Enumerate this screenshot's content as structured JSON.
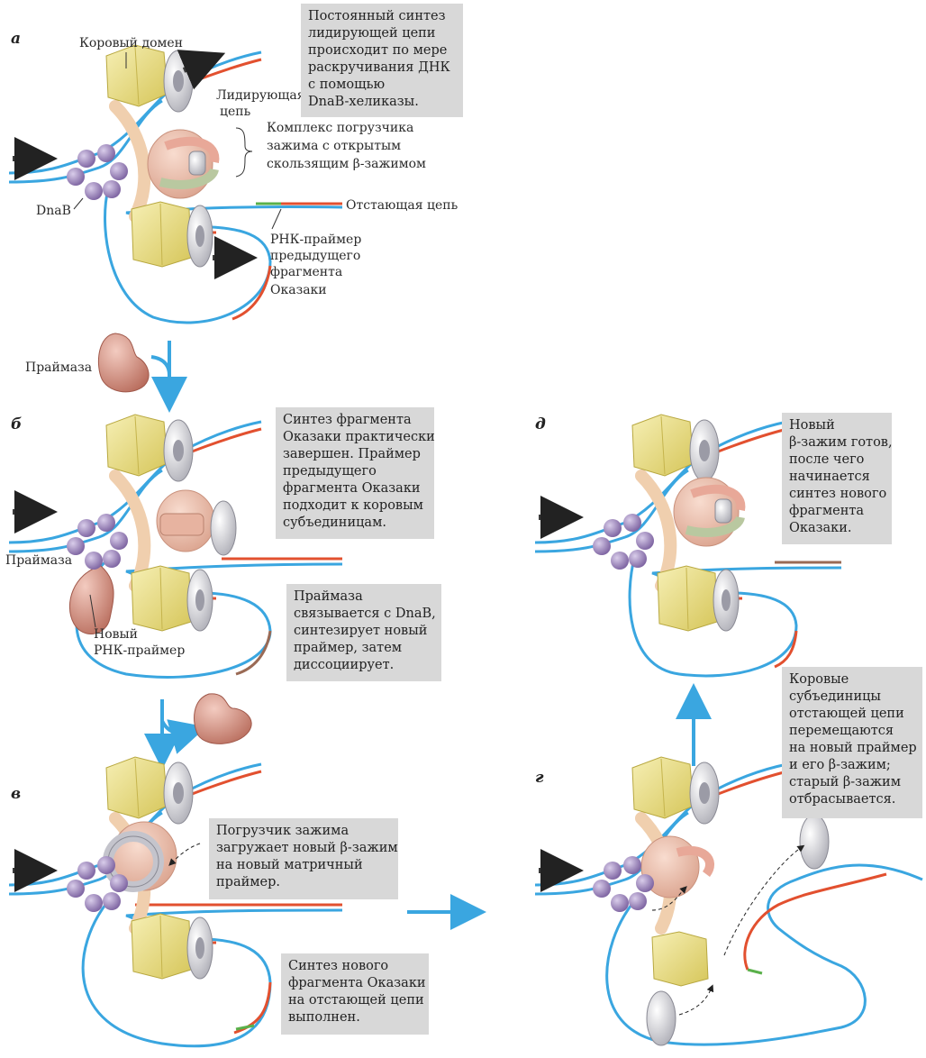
{
  "panels": {
    "a": {
      "letter": "а",
      "note": [
        "Постоянный синтез",
        "лидирующей цепи",
        "происходит по мере",
        "раскручивания ДНК",
        "с помощью",
        "DnaB-хеликазы."
      ],
      "labels": {
        "core_domain": "Коровый домен",
        "leading_strand": [
          "Лидирующая",
          "цепь"
        ],
        "clamp_loader": [
          "Комплекс погрузчика",
          "зажима с открытым",
          "скользящим β-зажимом"
        ],
        "dnab": "DnaB",
        "lagging_strand": "Отстающая цепь",
        "rna_primer": [
          "РНК-праймер",
          "предыдущего",
          "фрагмента",
          "Оказаки"
        ]
      }
    },
    "primase_label": "Праймаза",
    "b": {
      "letter": "б",
      "note": [
        "Синтез фрагмента",
        "Оказаки практически",
        "завершен. Праймер",
        "предыдущего",
        "фрагмента Оказаки",
        "подходит к коровым",
        "субъединицам."
      ],
      "note2": [
        "Праймаза",
        "связывается с DnaB,",
        "синтезирует новый",
        "праймер, затем",
        "диссоциирует."
      ],
      "labels": {
        "primase": "Праймаза",
        "new_primer": [
          "Новый",
          "РНК-праймер"
        ]
      }
    },
    "v": {
      "letter": "в",
      "note": [
        "Погрузчик зажима",
        "загружает новый β-зажим",
        "на новый матричный",
        "праймер."
      ],
      "note2": [
        "Синтез нового",
        "фрагмента Оказаки",
        "на отстающей цепи",
        "выполнен."
      ]
    },
    "g": {
      "letter": "г",
      "note": [
        "Коровые",
        "субъединицы",
        "отстающей цепи",
        "перемещаются",
        "на новый праймер",
        "и его β-зажим;",
        "старый β-зажим",
        "отбрасывается."
      ]
    },
    "d": {
      "letter": "д",
      "note": [
        "Новый",
        "β-зажим готов,",
        "после чего",
        "начинается",
        "синтез нового",
        "фрагмента",
        "Оказаки."
      ]
    }
  },
  "colors": {
    "dna": "#3aa6e0",
    "new_strand": "#e2502f",
    "primer": "#9a6a55",
    "green_primer": "#5ab04a",
    "core": "#eee28c",
    "clamp": "#c9c9cf",
    "dnab": "#9c86b8",
    "loader": "#e9b7a6",
    "arrow_blue": "#3aa6e0",
    "note_bg": "#d8d8d8"
  }
}
